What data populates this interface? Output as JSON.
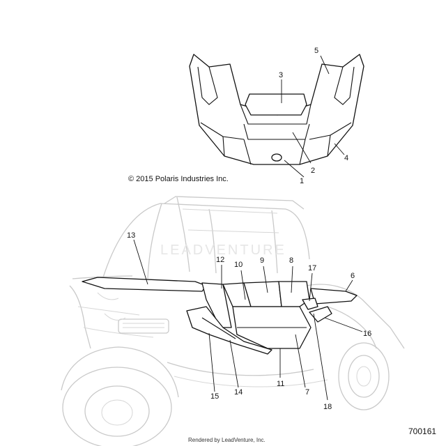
{
  "copyright": "© 2015 Polaris Industries Inc.",
  "reference_number": "700161",
  "rendered_by": "Rendered by LeadVenture, Inc.",
  "watermark": "LEADVENTURE",
  "callouts": [
    "1",
    "2",
    "3",
    "4",
    "5",
    "6",
    "7",
    "8",
    "9",
    "10",
    "11",
    "12",
    "13",
    "14",
    "15",
    "16",
    "17",
    "18"
  ],
  "colors": {
    "line": "#111111",
    "ghost": "#c9c9c9"
  }
}
